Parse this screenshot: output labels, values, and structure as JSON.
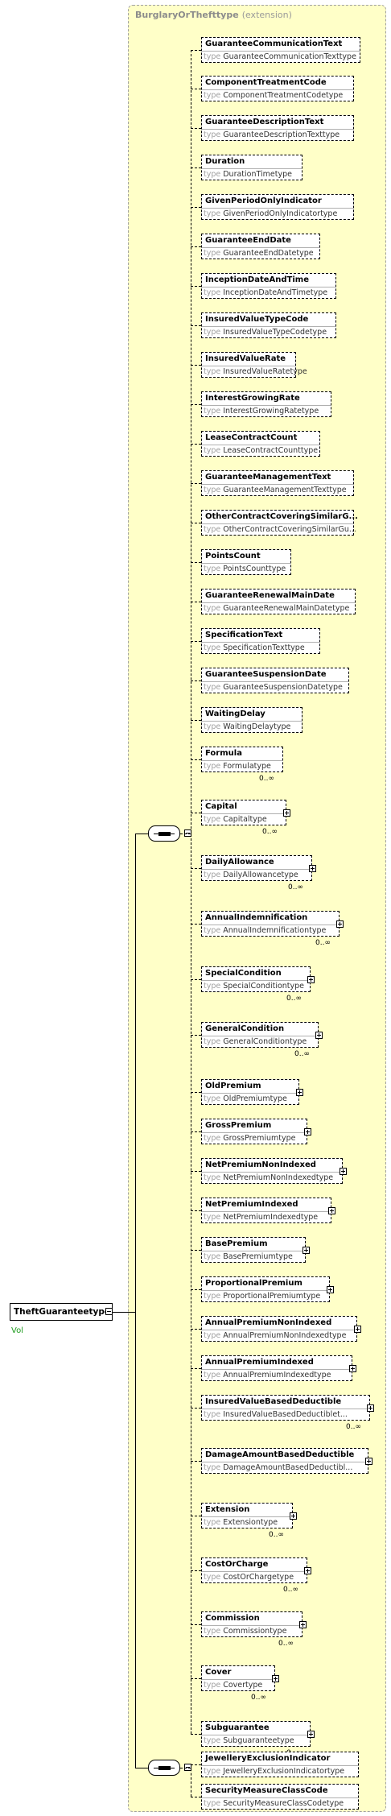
{
  "root": {
    "name": "TheftGuaranteetype",
    "sub": "Vol"
  },
  "extension": {
    "base": "BurglaryOrThefttype",
    "tag": "(extension)"
  },
  "type_keyword": "type",
  "elements": [
    {
      "name": "GuaranteeCommunicationText",
      "type": "GuaranteeCommunicationTexttype",
      "card": "",
      "plus": false
    },
    {
      "name": "ComponentTreatmentCode",
      "type": "ComponentTreatmentCodetype",
      "card": "",
      "plus": false
    },
    {
      "name": "GuaranteeDescriptionText",
      "type": "GuaranteeDescriptionTexttype",
      "card": "",
      "plus": false
    },
    {
      "name": "Duration",
      "type": "DurationTimetype",
      "card": "",
      "plus": false
    },
    {
      "name": "GivenPeriodOnlyIndicator",
      "type": "GivenPeriodOnlyIndicatortype",
      "card": "",
      "plus": false
    },
    {
      "name": "GuaranteeEndDate",
      "type": "GuaranteeEndDatetype",
      "card": "",
      "plus": false
    },
    {
      "name": "InceptionDateAndTime",
      "type": "InceptionDateAndTimetype",
      "card": "",
      "plus": false
    },
    {
      "name": "InsuredValueTypeCode",
      "type": "InsuredValueTypeCodetype",
      "card": "",
      "plus": false
    },
    {
      "name": "InsuredValueRate",
      "type": "InsuredValueRatetype",
      "card": "",
      "plus": false
    },
    {
      "name": "InterestGrowingRate",
      "type": "InterestGrowingRatetype",
      "card": "",
      "plus": false
    },
    {
      "name": "LeaseContractCount",
      "type": "LeaseContractCounttype",
      "card": "",
      "plus": false
    },
    {
      "name": "GuaranteeManagementText",
      "type": "GuaranteeManagementTexttype",
      "card": "",
      "plus": false
    },
    {
      "name": "OtherContractCoveringSimilarG...",
      "type": "OtherContractCoveringSimilarGu...",
      "card": "",
      "plus": false
    },
    {
      "name": "PointsCount",
      "type": "PointsCounttype",
      "card": "",
      "plus": false
    },
    {
      "name": "GuaranteeRenewalMainDate",
      "type": "GuaranteeRenewalMainDatetype",
      "card": "",
      "plus": false
    },
    {
      "name": "SpecificationText",
      "type": "SpecificationTexttype",
      "card": "",
      "plus": false
    },
    {
      "name": "GuaranteeSuspensionDate",
      "type": "GuaranteeSuspensionDatetype",
      "card": "",
      "plus": false
    },
    {
      "name": "WaitingDelay",
      "type": "WaitingDelaytype",
      "card": "",
      "plus": false
    },
    {
      "name": "Formula",
      "type": "Formulatype",
      "card": "0..∞",
      "plus": false
    },
    {
      "name": "Capital",
      "type": "Capitaltype",
      "card": "0..∞",
      "plus": true
    },
    {
      "name": "DailyAllowance",
      "type": "DailyAllowancetype",
      "card": "0..∞",
      "plus": true
    },
    {
      "name": "AnnualIndemnification",
      "type": "AnnualIndemnificationtype",
      "card": "0..∞",
      "plus": true
    },
    {
      "name": "SpecialCondition",
      "type": "SpecialConditiontype",
      "card": "0..∞",
      "plus": true
    },
    {
      "name": "GeneralCondition",
      "type": "GeneralConditiontype",
      "card": "0..∞",
      "plus": true
    },
    {
      "name": "OldPremium",
      "type": "OldPremiumtype",
      "card": "",
      "plus": true
    },
    {
      "name": "GrossPremium",
      "type": "GrossPremiumtype",
      "card": "",
      "plus": true
    },
    {
      "name": "NetPremiumNonIndexed",
      "type": "NetPremiumNonIndexedtype",
      "card": "",
      "plus": true
    },
    {
      "name": "NetPremiumIndexed",
      "type": "NetPremiumIndexedtype",
      "card": "",
      "plus": true
    },
    {
      "name": "BasePremium",
      "type": "BasePremiumtype",
      "card": "",
      "plus": true
    },
    {
      "name": "ProportionalPremium",
      "type": "ProportionalPremiumtype",
      "card": "",
      "plus": true
    },
    {
      "name": "AnnualPremiumNonIndexed",
      "type": "AnnualPremiumNonIndexedtype",
      "card": "",
      "plus": true
    },
    {
      "name": "AnnualPremiumIndexed",
      "type": "AnnualPremiumIndexedtype",
      "card": "",
      "plus": true
    },
    {
      "name": "InsuredValueBasedDeductible",
      "type": "InsuredValueBasedDeductiblet...",
      "card": "0..∞",
      "plus": true
    },
    {
      "name": "DamageAmountBasedDeductible",
      "type": "DamageAmountBasedDeductibl...",
      "card": "",
      "plus": true
    },
    {
      "name": "Extension",
      "type": "Extensiontype",
      "card": "0..∞",
      "plus": true
    },
    {
      "name": "CostOrCharge",
      "type": "CostOrChargetype",
      "card": "0..∞",
      "plus": true
    },
    {
      "name": "Commission",
      "type": "Commissiontype",
      "card": "0..∞",
      "plus": true
    },
    {
      "name": "Cover",
      "type": "Covertype",
      "card": "0..∞",
      "plus": true
    },
    {
      "name": "Subguarantee",
      "type": "Subguaranteetype",
      "card": "0..∞",
      "plus": true
    }
  ],
  "elements2": [
    {
      "name": "JewelleryExclusionIndicator",
      "type": "JewelleryExclusionIndicatortype",
      "card": "",
      "plus": false
    },
    {
      "name": "SecurityMeasureClassCode",
      "type": "SecurityMeasureClassCodetype",
      "card": "",
      "plus": false
    }
  ]
}
